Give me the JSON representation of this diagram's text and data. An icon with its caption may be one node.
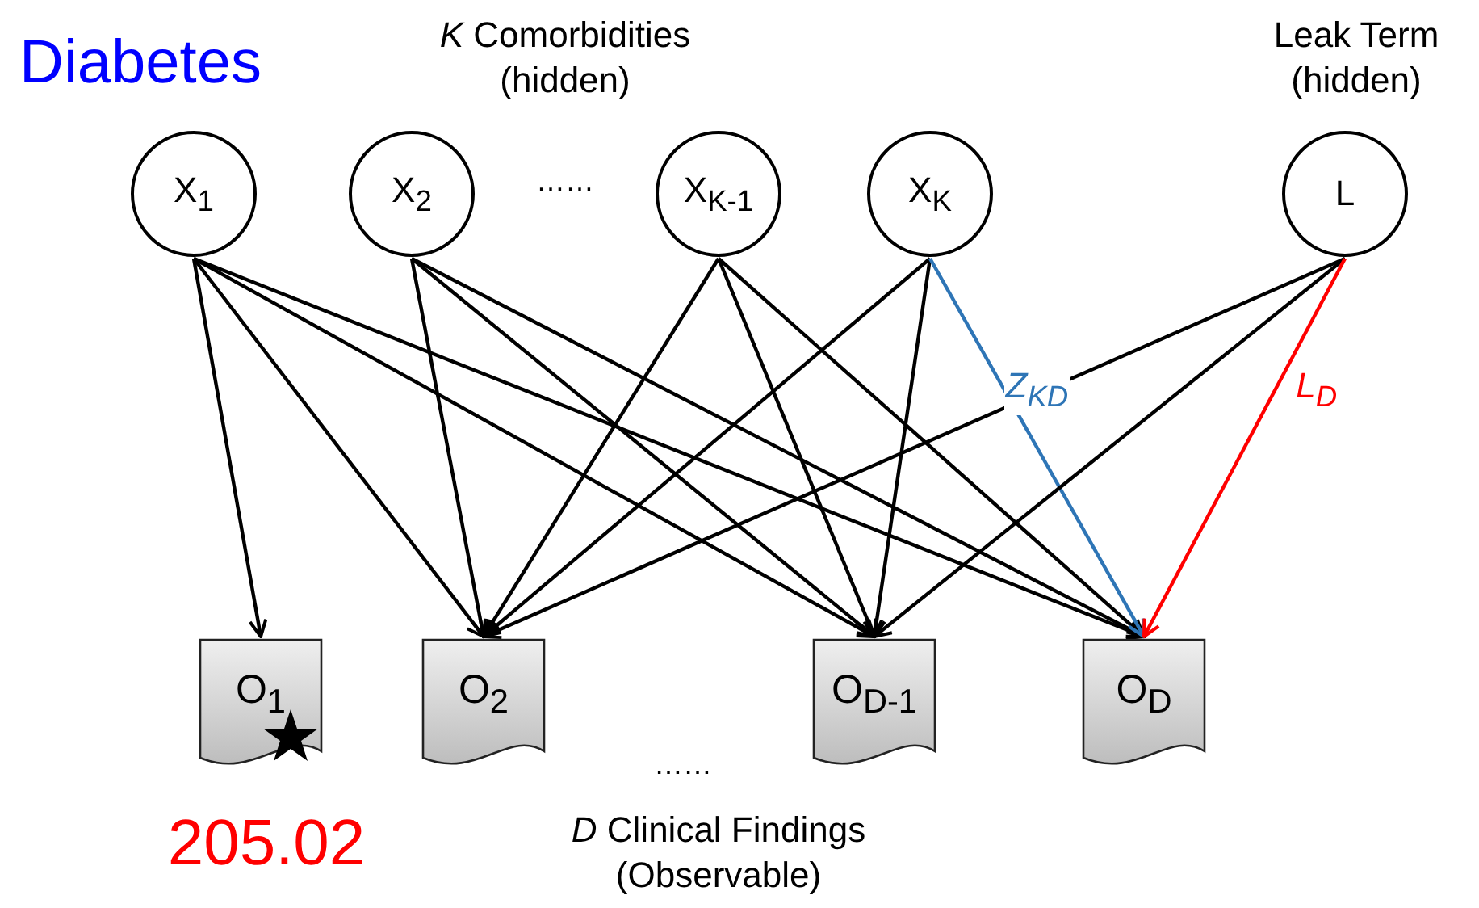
{
  "diagram": {
    "nodes": [
      {
        "text": [
          "X$_{1}$"
        ]
      },
      {
        "text": [
          "X$_{2}$"
        ]
      },
      {
        "text": [
          "X$_{K-1}$"
        ]
      },
      {
        "text": [
          "X$_{K}$"
        ]
      },
      {
        "text": [
          "L"
        ]
      },
      {
        "text": [
          "O$_{1}$"
        ]
      },
      {
        "text": [
          "O$_{2}$"
        ]
      },
      {
        "text": [
          "O$_{D-1}$"
        ]
      },
      {
        "text": [
          "O$_{D}$"
        ]
      }
    ],
    "edges": [
      {
        "from": 0,
        "to": 5,
        "arrow": "to"
      },
      {
        "from": 0,
        "to": 6,
        "arrow": "to"
      },
      {
        "from": 0,
        "to": 7,
        "arrow": "to"
      },
      {
        "from": 0,
        "to": 8,
        "arrow": "to"
      },
      {
        "from": 1,
        "to": 6,
        "arrow": "to"
      },
      {
        "from": 1,
        "to": 7,
        "arrow": "to"
      },
      {
        "from": 1,
        "to": 8,
        "arrow": "to"
      },
      {
        "from": 2,
        "to": 6,
        "arrow": "to"
      },
      {
        "from": 2,
        "to": 7,
        "arrow": "to"
      },
      {
        "from": 2,
        "to": 8,
        "arrow": "to"
      },
      {
        "from": 3,
        "to": 6,
        "arrow": "to"
      },
      {
        "from": 3,
        "to": 7,
        "arrow": "to"
      },
      {
        "from": 3,
        "to": 8,
        "arrow": "to",
        "label": "Z$_{KD}$",
        "color": "#2e75b6"
      },
      {
        "from": 4,
        "to": 6,
        "arrow": "to"
      },
      {
        "from": 4,
        "to": 7,
        "arrow": "to"
      },
      {
        "from": 4,
        "to": 8,
        "arrow": "to",
        "label": "L$_{D}$",
        "color": "#ff0000"
      }
    ],
    "labels": [
      "Diabetes",
      "*K* Comorbidities (hidden)",
      "……",
      "Leak Term (hidden)",
      "……",
      "205.02",
      "*D* Clinical Findings (Observable)"
    ]
  }
}
